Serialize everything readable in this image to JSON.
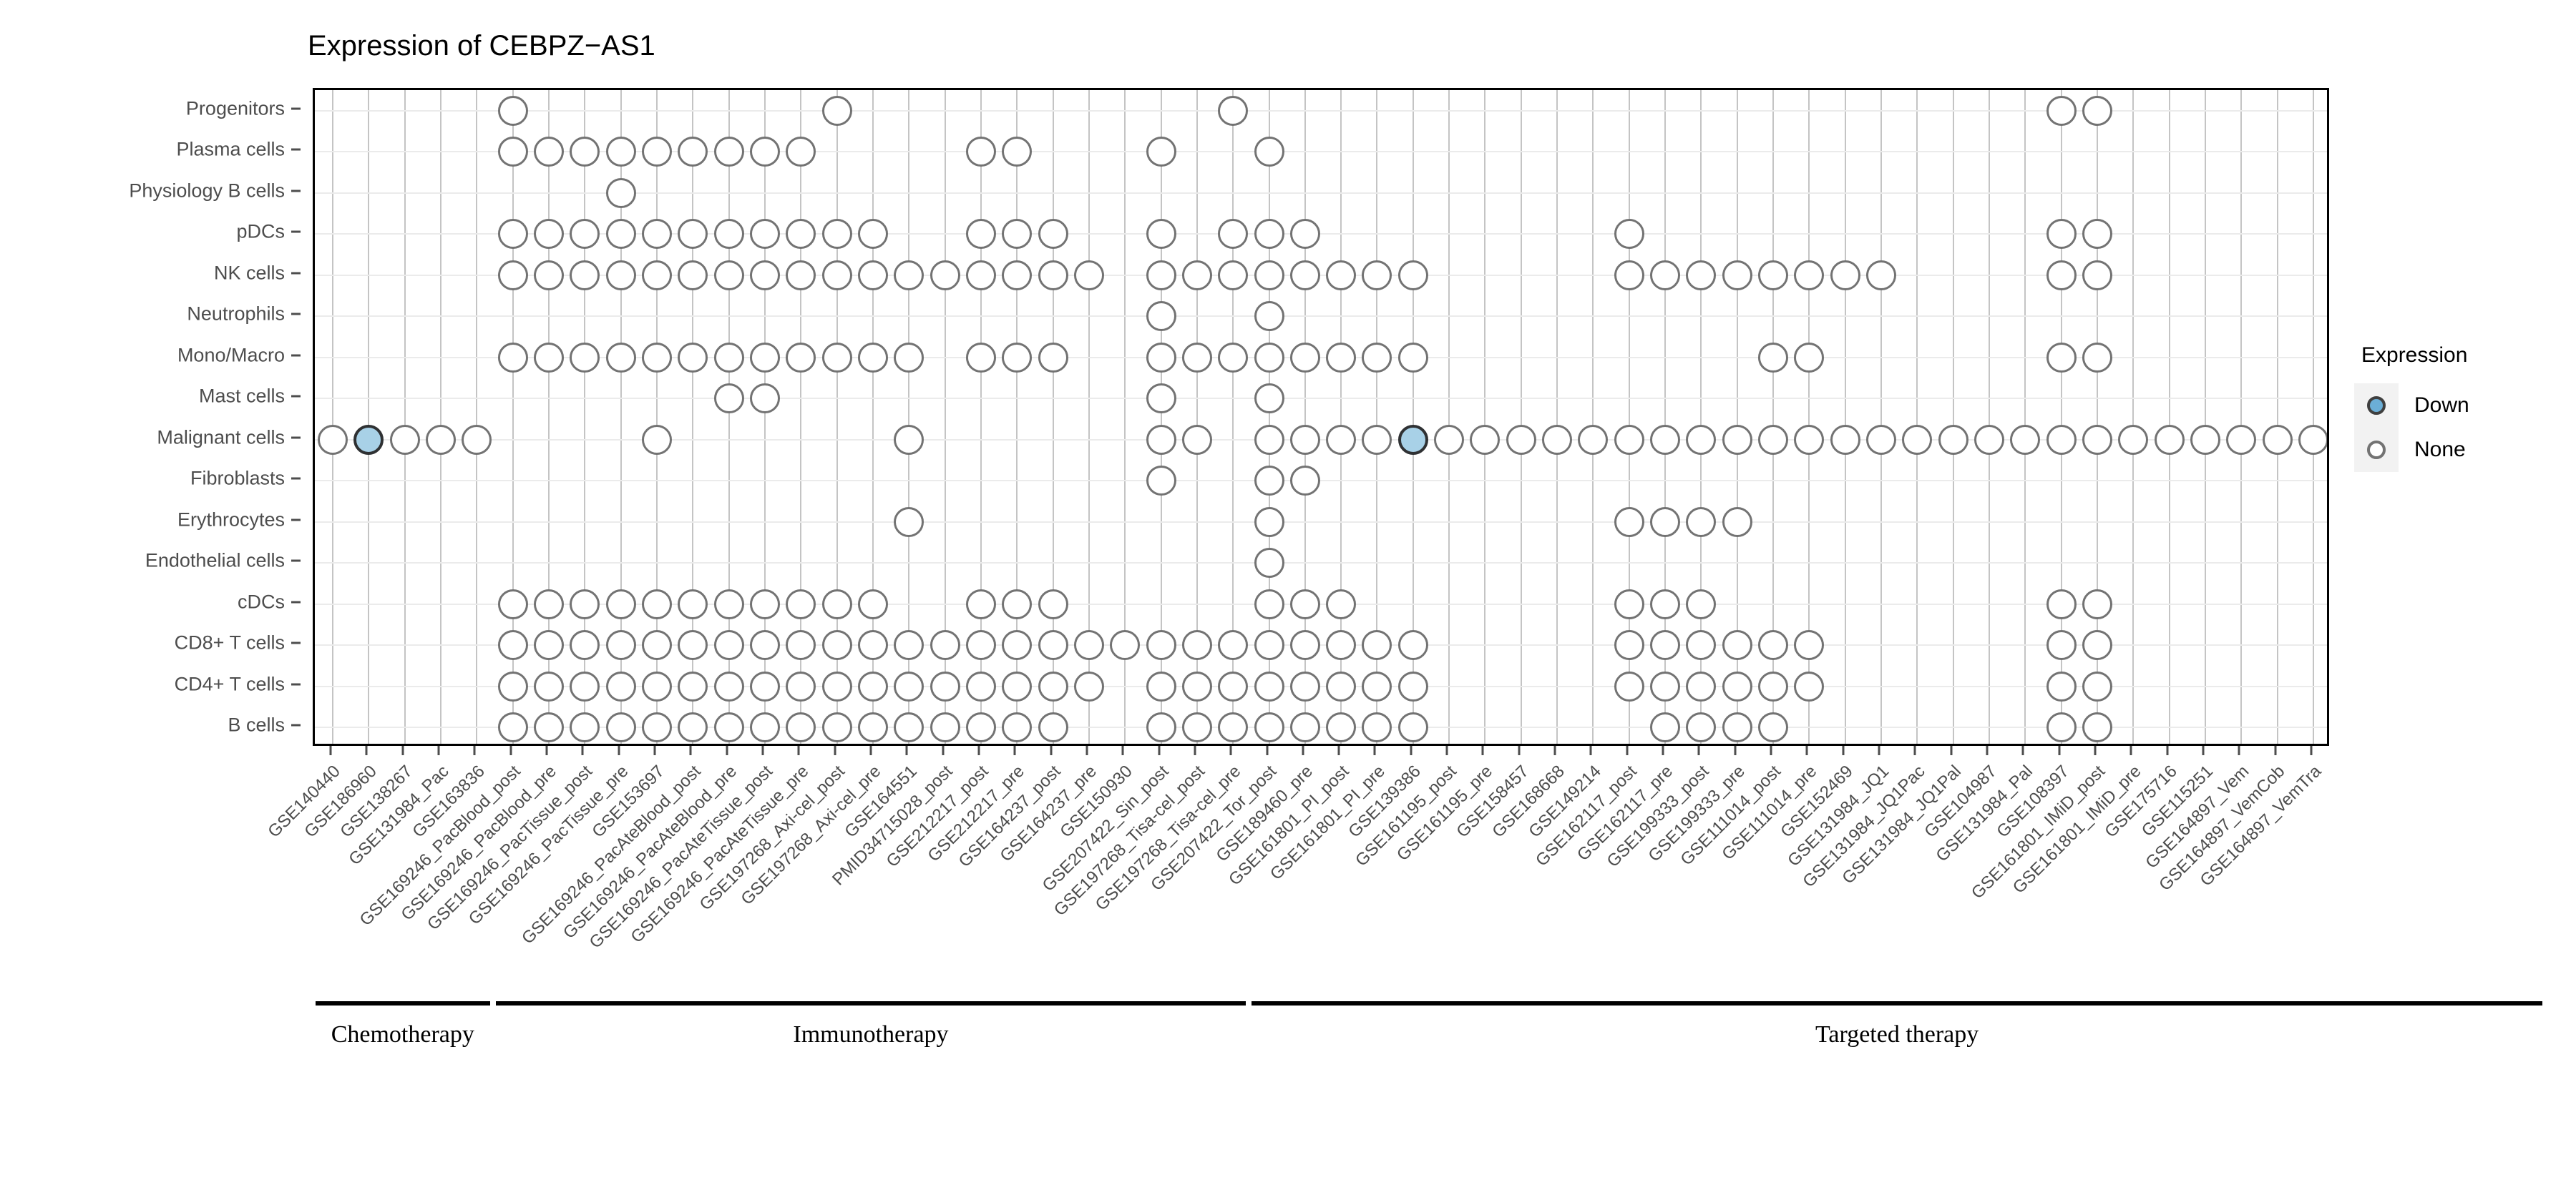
{
  "title": "Expression of CEBPZ−AS1",
  "legend": {
    "title": "Expression",
    "items": [
      {
        "label": "Down",
        "color": "#6baed6",
        "marker": "filled-circle"
      },
      {
        "label": "None",
        "color": "#ffffff",
        "marker": "open-circle"
      }
    ]
  },
  "therapy_groups": [
    {
      "label": "Chemotherapy",
      "start_index": 0,
      "end_index": 4
    },
    {
      "label": "Immunotherapy",
      "start_index": 5,
      "end_index": 25
    },
    {
      "label": "Targeted therapy",
      "start_index": 26,
      "end_index": 61
    }
  ],
  "chart_data": {
    "type": "heatmap",
    "title": "Expression of CEBPZ−AS1",
    "xlabel": "",
    "ylabel": "",
    "legend_position": "right",
    "grid": true,
    "categories_y": [
      "Progenitors",
      "Plasma cells",
      "Physiology B cells",
      "pDCs",
      "NK cells",
      "Neutrophils",
      "Mono/Macro",
      "Mast cells",
      "Malignant cells",
      "Fibroblasts",
      "Erythrocytes",
      "Endothelial cells",
      "cDCs",
      "CD8+ T cells",
      "CD4+ T cells",
      "B cells"
    ],
    "categories_x": [
      "GSE140440",
      "GSE186960",
      "GSE138267",
      "GSE131984_Pac",
      "GSE163836",
      "GSE169246_PacBlood_post",
      "GSE169246_PacBlood_pre",
      "GSE169246_PacTissue_post",
      "GSE169246_PacTissue_pre",
      "GSE153697",
      "GSE169246_PacAteBlood_post",
      "GSE169246_PacAteBlood_pre",
      "GSE169246_PacAteTissue_post",
      "GSE169246_PacAteTissue_pre",
      "GSE197268_Axi-cel_post",
      "GSE197268_Axi-cel_pre",
      "GSE164551",
      "PMID34715028_post",
      "GSE212217_post",
      "GSE212217_pre",
      "GSE164237_post",
      "GSE164237_pre",
      "GSE150930",
      "GSE207422_Sin_post",
      "GSE197268_Tisa-cel_post",
      "GSE197268_Tisa-cel_pre",
      "GSE207422_Tor_post",
      "GSE189460_pre",
      "GSE161801_PI_post",
      "GSE161801_PI_pre",
      "GSE139386",
      "GSE161195_post",
      "GSE161195_pre",
      "GSE158457",
      "GSE168668",
      "GSE149214",
      "GSE162117_post",
      "GSE162117_pre",
      "GSE199333_post",
      "GSE199333_pre",
      "GSE111014_post",
      "GSE111014_pre",
      "GSE152469",
      "GSE131984_JQ1",
      "GSE131984_JQ1Pac",
      "GSE131984_JQ1Pal",
      "GSE104987",
      "GSE131984_Pal",
      "GSE108397",
      "GSE161801_IMiD_post",
      "GSE161801_IMiD_pre",
      "GSE175716",
      "GSE115251",
      "GSE164897_Vem",
      "GSE164897_VemCob",
      "GSE164897_VemTra"
    ],
    "value_legend": {
      "0": "absent",
      "1": "None",
      "2": "Down"
    },
    "matrix": [
      [
        0,
        0,
        0,
        0,
        0,
        1,
        0,
        0,
        0,
        0,
        0,
        0,
        0,
        0,
        1,
        0,
        0,
        0,
        0,
        0,
        0,
        0,
        0,
        0,
        0,
        1,
        0,
        0,
        0,
        0,
        0,
        0,
        0,
        0,
        0,
        0,
        0,
        0,
        0,
        0,
        0,
        0,
        0,
        0,
        0,
        0,
        0,
        0,
        1,
        1,
        0,
        0,
        0,
        0,
        0,
        0
      ],
      [
        0,
        0,
        0,
        0,
        0,
        1,
        1,
        1,
        1,
        1,
        1,
        1,
        1,
        1,
        0,
        0,
        0,
        0,
        1,
        1,
        0,
        0,
        0,
        1,
        0,
        0,
        1,
        0,
        0,
        0,
        0,
        0,
        0,
        0,
        0,
        0,
        0,
        0,
        0,
        0,
        0,
        0,
        0,
        0,
        0,
        0,
        0,
        0,
        0,
        0,
        0,
        0,
        0,
        0,
        0,
        0
      ],
      [
        0,
        0,
        0,
        0,
        0,
        0,
        0,
        0,
        1,
        0,
        0,
        0,
        0,
        0,
        0,
        0,
        0,
        0,
        0,
        0,
        0,
        0,
        0,
        0,
        0,
        0,
        0,
        0,
        0,
        0,
        0,
        0,
        0,
        0,
        0,
        0,
        0,
        0,
        0,
        0,
        0,
        0,
        0,
        0,
        0,
        0,
        0,
        0,
        0,
        0,
        0,
        0,
        0,
        0,
        0,
        0
      ],
      [
        0,
        0,
        0,
        0,
        0,
        1,
        1,
        1,
        1,
        1,
        1,
        1,
        1,
        1,
        1,
        1,
        0,
        0,
        1,
        1,
        1,
        0,
        0,
        1,
        0,
        1,
        1,
        1,
        0,
        0,
        0,
        0,
        0,
        0,
        0,
        0,
        1,
        0,
        0,
        0,
        0,
        0,
        0,
        0,
        0,
        0,
        0,
        0,
        1,
        1,
        0,
        0,
        0,
        0,
        0,
        0
      ],
      [
        0,
        0,
        0,
        0,
        0,
        1,
        1,
        1,
        1,
        1,
        1,
        1,
        1,
        1,
        1,
        1,
        1,
        1,
        1,
        1,
        1,
        1,
        0,
        1,
        1,
        1,
        1,
        1,
        1,
        1,
        1,
        0,
        0,
        0,
        0,
        0,
        1,
        1,
        1,
        1,
        1,
        1,
        1,
        1,
        0,
        0,
        0,
        0,
        1,
        1,
        0,
        0,
        0,
        0,
        0,
        0
      ],
      [
        0,
        0,
        0,
        0,
        0,
        0,
        0,
        0,
        0,
        0,
        0,
        0,
        0,
        0,
        0,
        0,
        0,
        0,
        0,
        0,
        0,
        0,
        0,
        1,
        0,
        0,
        1,
        0,
        0,
        0,
        0,
        0,
        0,
        0,
        0,
        0,
        0,
        0,
        0,
        0,
        0,
        0,
        0,
        0,
        0,
        0,
        0,
        0,
        0,
        0,
        0,
        0,
        0,
        0,
        0,
        0
      ],
      [
        0,
        0,
        0,
        0,
        0,
        1,
        1,
        1,
        1,
        1,
        1,
        1,
        1,
        1,
        1,
        1,
        1,
        0,
        1,
        1,
        1,
        0,
        0,
        1,
        1,
        1,
        1,
        1,
        1,
        1,
        1,
        0,
        0,
        0,
        0,
        0,
        0,
        0,
        0,
        0,
        1,
        1,
        0,
        0,
        0,
        0,
        0,
        0,
        1,
        1,
        0,
        0,
        0,
        0,
        0,
        0
      ],
      [
        0,
        0,
        0,
        0,
        0,
        0,
        0,
        0,
        0,
        0,
        0,
        1,
        1,
        0,
        0,
        0,
        0,
        0,
        0,
        0,
        0,
        0,
        0,
        1,
        0,
        0,
        1,
        0,
        0,
        0,
        0,
        0,
        0,
        0,
        0,
        0,
        0,
        0,
        0,
        0,
        0,
        0,
        0,
        0,
        0,
        0,
        0,
        0,
        0,
        0,
        0,
        0,
        0,
        0,
        0,
        0
      ],
      [
        1,
        2,
        1,
        1,
        1,
        0,
        0,
        0,
        0,
        1,
        0,
        0,
        0,
        0,
        0,
        0,
        1,
        0,
        0,
        0,
        0,
        0,
        0,
        1,
        1,
        0,
        1,
        1,
        1,
        1,
        2,
        1,
        1,
        1,
        1,
        1,
        1,
        1,
        1,
        1,
        1,
        1,
        1,
        1,
        1,
        1,
        1,
        1,
        1,
        1,
        1,
        1,
        1,
        1,
        1,
        1
      ],
      [
        0,
        0,
        0,
        0,
        0,
        0,
        0,
        0,
        0,
        0,
        0,
        0,
        0,
        0,
        0,
        0,
        0,
        0,
        0,
        0,
        0,
        0,
        0,
        1,
        0,
        0,
        1,
        1,
        0,
        0,
        0,
        0,
        0,
        0,
        0,
        0,
        0,
        0,
        0,
        0,
        0,
        0,
        0,
        0,
        0,
        0,
        0,
        0,
        0,
        0,
        0,
        0,
        0,
        0,
        0,
        0
      ],
      [
        0,
        0,
        0,
        0,
        0,
        0,
        0,
        0,
        0,
        0,
        0,
        0,
        0,
        0,
        0,
        0,
        1,
        0,
        0,
        0,
        0,
        0,
        0,
        0,
        0,
        0,
        1,
        0,
        0,
        0,
        0,
        0,
        0,
        0,
        0,
        0,
        1,
        1,
        1,
        1,
        0,
        0,
        0,
        0,
        0,
        0,
        0,
        0,
        0,
        0,
        0,
        0,
        0,
        0,
        0,
        0
      ],
      [
        0,
        0,
        0,
        0,
        0,
        0,
        0,
        0,
        0,
        0,
        0,
        0,
        0,
        0,
        0,
        0,
        0,
        0,
        0,
        0,
        0,
        0,
        0,
        0,
        0,
        0,
        1,
        0,
        0,
        0,
        0,
        0,
        0,
        0,
        0,
        0,
        0,
        0,
        0,
        0,
        0,
        0,
        0,
        0,
        0,
        0,
        0,
        0,
        0,
        0,
        0,
        0,
        0,
        0,
        0,
        0
      ],
      [
        0,
        0,
        0,
        0,
        0,
        1,
        1,
        1,
        1,
        1,
        1,
        1,
        1,
        1,
        1,
        1,
        0,
        0,
        1,
        1,
        1,
        0,
        0,
        0,
        0,
        0,
        1,
        1,
        1,
        0,
        0,
        0,
        0,
        0,
        0,
        0,
        1,
        1,
        1,
        0,
        0,
        0,
        0,
        0,
        0,
        0,
        0,
        0,
        1,
        1,
        0,
        0,
        0,
        0,
        0,
        0
      ],
      [
        0,
        0,
        0,
        0,
        0,
        1,
        1,
        1,
        1,
        1,
        1,
        1,
        1,
        1,
        1,
        1,
        1,
        1,
        1,
        1,
        1,
        1,
        1,
        1,
        1,
        1,
        1,
        1,
        1,
        1,
        1,
        0,
        0,
        0,
        0,
        0,
        1,
        1,
        1,
        1,
        1,
        1,
        0,
        0,
        0,
        0,
        0,
        0,
        1,
        1,
        0,
        0,
        0,
        0,
        0,
        0
      ],
      [
        0,
        0,
        0,
        0,
        0,
        1,
        1,
        1,
        1,
        1,
        1,
        1,
        1,
        1,
        1,
        1,
        1,
        1,
        1,
        1,
        1,
        1,
        0,
        1,
        1,
        1,
        1,
        1,
        1,
        1,
        1,
        0,
        0,
        0,
        0,
        0,
        1,
        1,
        1,
        1,
        1,
        1,
        0,
        0,
        0,
        0,
        0,
        0,
        1,
        1,
        0,
        0,
        0,
        0,
        0,
        0
      ],
      [
        0,
        0,
        0,
        0,
        0,
        1,
        1,
        1,
        1,
        1,
        1,
        1,
        1,
        1,
        1,
        1,
        1,
        1,
        1,
        1,
        1,
        0,
        0,
        1,
        1,
        1,
        1,
        1,
        1,
        1,
        1,
        0,
        0,
        0,
        0,
        0,
        0,
        1,
        1,
        1,
        1,
        0,
        0,
        0,
        0,
        0,
        0,
        0,
        1,
        1,
        0,
        0,
        0,
        0,
        0,
        0
      ]
    ]
  }
}
